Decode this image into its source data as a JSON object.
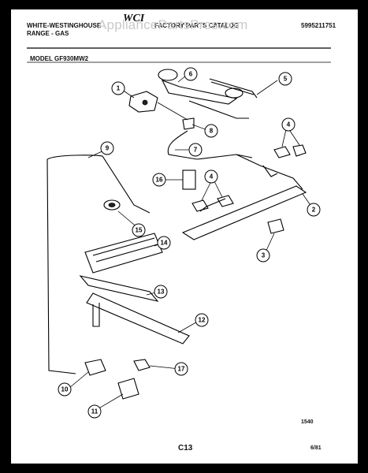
{
  "header": {
    "brand_line1": "WHITE-WESTINGHOUSE",
    "brand_line2": "RANGE - GAS",
    "catalog_title": "FACTORY PARTS CATALOG",
    "part_number": "5995211751",
    "model_label": "MODEL GF930MW2",
    "logo_text": "WCI"
  },
  "watermark": "AppliancePartsPros.com",
  "callouts": [
    "1",
    "2",
    "3",
    "4",
    "4",
    "5",
    "6",
    "7",
    "8",
    "9",
    "10",
    "11",
    "12",
    "13",
    "14",
    "15",
    "16",
    "17"
  ],
  "footer": {
    "figure_code": "1540",
    "page_code": "C13",
    "date": "6/81"
  }
}
